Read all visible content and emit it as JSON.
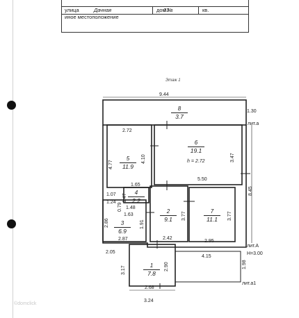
{
  "header": {
    "street_label": "улица",
    "street_value": "Дачная",
    "house_label": "дом №",
    "house_value": "33",
    "apt_label": "кв.",
    "other_location_label": "иное местоположение"
  },
  "plan": {
    "floor_title": "Этаж 1",
    "rooms": [
      {
        "number": "8",
        "area": "3.7"
      },
      {
        "number": "6",
        "area": "19.1"
      },
      {
        "number": "5",
        "area": "11.9"
      },
      {
        "number": "4",
        "area": "2.2"
      },
      {
        "number": "3",
        "area": "6.9"
      },
      {
        "number": "2",
        "area": "9.1"
      },
      {
        "number": "7",
        "area": "11.1"
      },
      {
        "number": "1",
        "area": "7.8"
      }
    ],
    "height_note": "h = 2.72",
    "dimensions": {
      "top_width": "9.44",
      "right_top": "1.30",
      "r5_width": "2.72",
      "r5_left": "4.77",
      "r5_right": "4.10",
      "r6_right": "3.47",
      "r6_bottom": "5.50",
      "right_total": "8.45",
      "w_1_65": "1.65",
      "w_1_47": "1.47",
      "w_1_07": "1.07",
      "w_1_24": "1.24",
      "w_0_79": "0.79",
      "w_1_48": "1.48",
      "w_1_63": "1.63",
      "w_2_86": "2.86",
      "w_1_91": "1.91",
      "w_2_87": "2.87",
      "w_3_77a": "3.77",
      "w_3_77b": "3.77",
      "w_2_42": "2.42",
      "w_2_95": "2.95",
      "w_2_05": "2.05",
      "w_4_15": "4.15",
      "w_1_98": "1.98",
      "w_3_17": "3.17",
      "w_2_90": "2.90",
      "w_2_68": "2.68",
      "w_3_24": "3.24"
    },
    "lit_a": "лит.а",
    "lit_A": "лит.А",
    "height": "H=3.00",
    "lit_a1": "лит.а1"
  },
  "watermark": "©domclick"
}
